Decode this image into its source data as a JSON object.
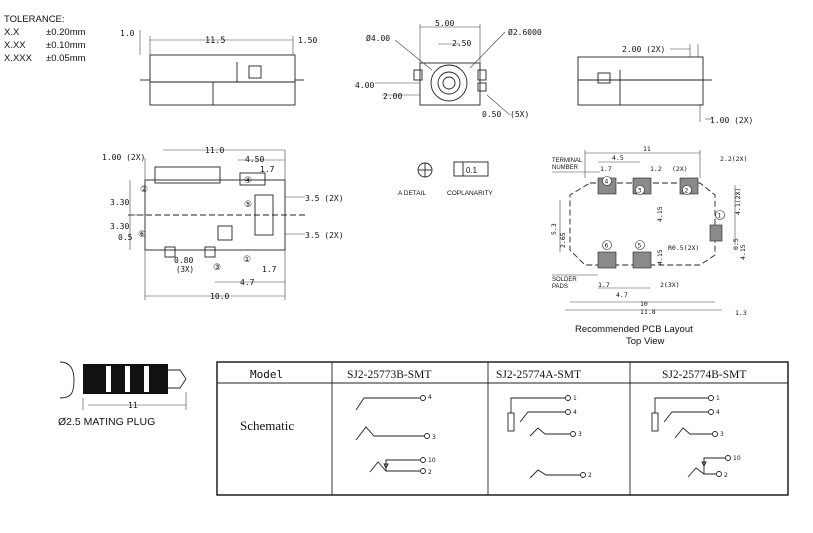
{
  "tolerance": {
    "title": "TOLERANCE:",
    "rows": [
      {
        "fmt": "X.X",
        "val": "±0.20mm"
      },
      {
        "fmt": "X.XX",
        "val": "±0.10mm"
      },
      {
        "fmt": "X.XXX",
        "val": "±0.05mm"
      }
    ]
  },
  "side_view": {
    "dim_left": "1.0",
    "dim_length": "11.5",
    "dim_right": "1.50"
  },
  "front_view": {
    "dim_top": "5.00",
    "dim_outer_dia": "Ø4.00",
    "dim_inner": "2.50",
    "dim_pin_dia": "Ø2.6000",
    "dim_height": "4.00",
    "dim_center": "2.00",
    "dim_pin": "0.50",
    "dim_pin_count": "(5X)"
  },
  "right_view": {
    "dim_top": "2.00 (2X)",
    "dim_bottom": "1.00 (2X)"
  },
  "bottom_view": {
    "dim_a": "1.00 (2X)",
    "dim_b": "11.0",
    "dim_c": "4.50",
    "dim_d": "1.7",
    "dim_e": "3.30",
    "dim_f": "3.30",
    "dim_g": "0.5",
    "dim_h": "3.5 (2X)",
    "dim_i": "3.5 (2X)",
    "dim_j": "0.80",
    "dim_j2": "(3X)",
    "dim_k": "4.7",
    "dim_l": "1.7",
    "dim_m": "10.0",
    "pins": [
      "②",
      "④",
      "⑥",
      "③",
      "①",
      "⑤"
    ]
  },
  "detail": {
    "label_a": "A DETAIL",
    "label_b": "COPLANARITY",
    "tol": "0.1"
  },
  "pcb_layout": {
    "terminal_label": "TERMINAL\nNUMBER",
    "solder_label": "SOLDER\nPADS",
    "dims": {
      "d11": "11",
      "d45": "4.5",
      "d17a": "1.7",
      "d12": "1.2",
      "d2x": "(2X)",
      "d22": "2.2(2X)",
      "d41": "4.1(2X)",
      "d415": "4.15",
      "d5": "5.3",
      "d265": "2.65",
      "d35": "4.15",
      "d05": "0.5",
      "r05": "R0.5(2X)",
      "d4": "4.15",
      "d17b": "1.7",
      "d23x": "2(3X)",
      "d47": "4.7",
      "d10": "10",
      "d118": "11.8",
      "d13": "1.3"
    },
    "pad_numbers": [
      "4",
      "2",
      "6",
      "5",
      "3",
      "1"
    ],
    "caption_1": "Recommended PCB Layout",
    "caption_2": "Top View"
  },
  "plug": {
    "dim": "11",
    "caption": "Ø2.5 MATING PLUG"
  },
  "table": {
    "header_model": "Model",
    "models": [
      "SJ2-25773B-SMT",
      "SJ2-25774A-SMT",
      "SJ2-25774B-SMT"
    ],
    "row_label": "Schematic",
    "pins_a": [
      "4",
      "3",
      "10",
      "2"
    ],
    "pins_b": [
      "1",
      "4",
      "3",
      "2"
    ],
    "pins_c": [
      "1",
      "4",
      "3",
      "10",
      "2"
    ]
  }
}
